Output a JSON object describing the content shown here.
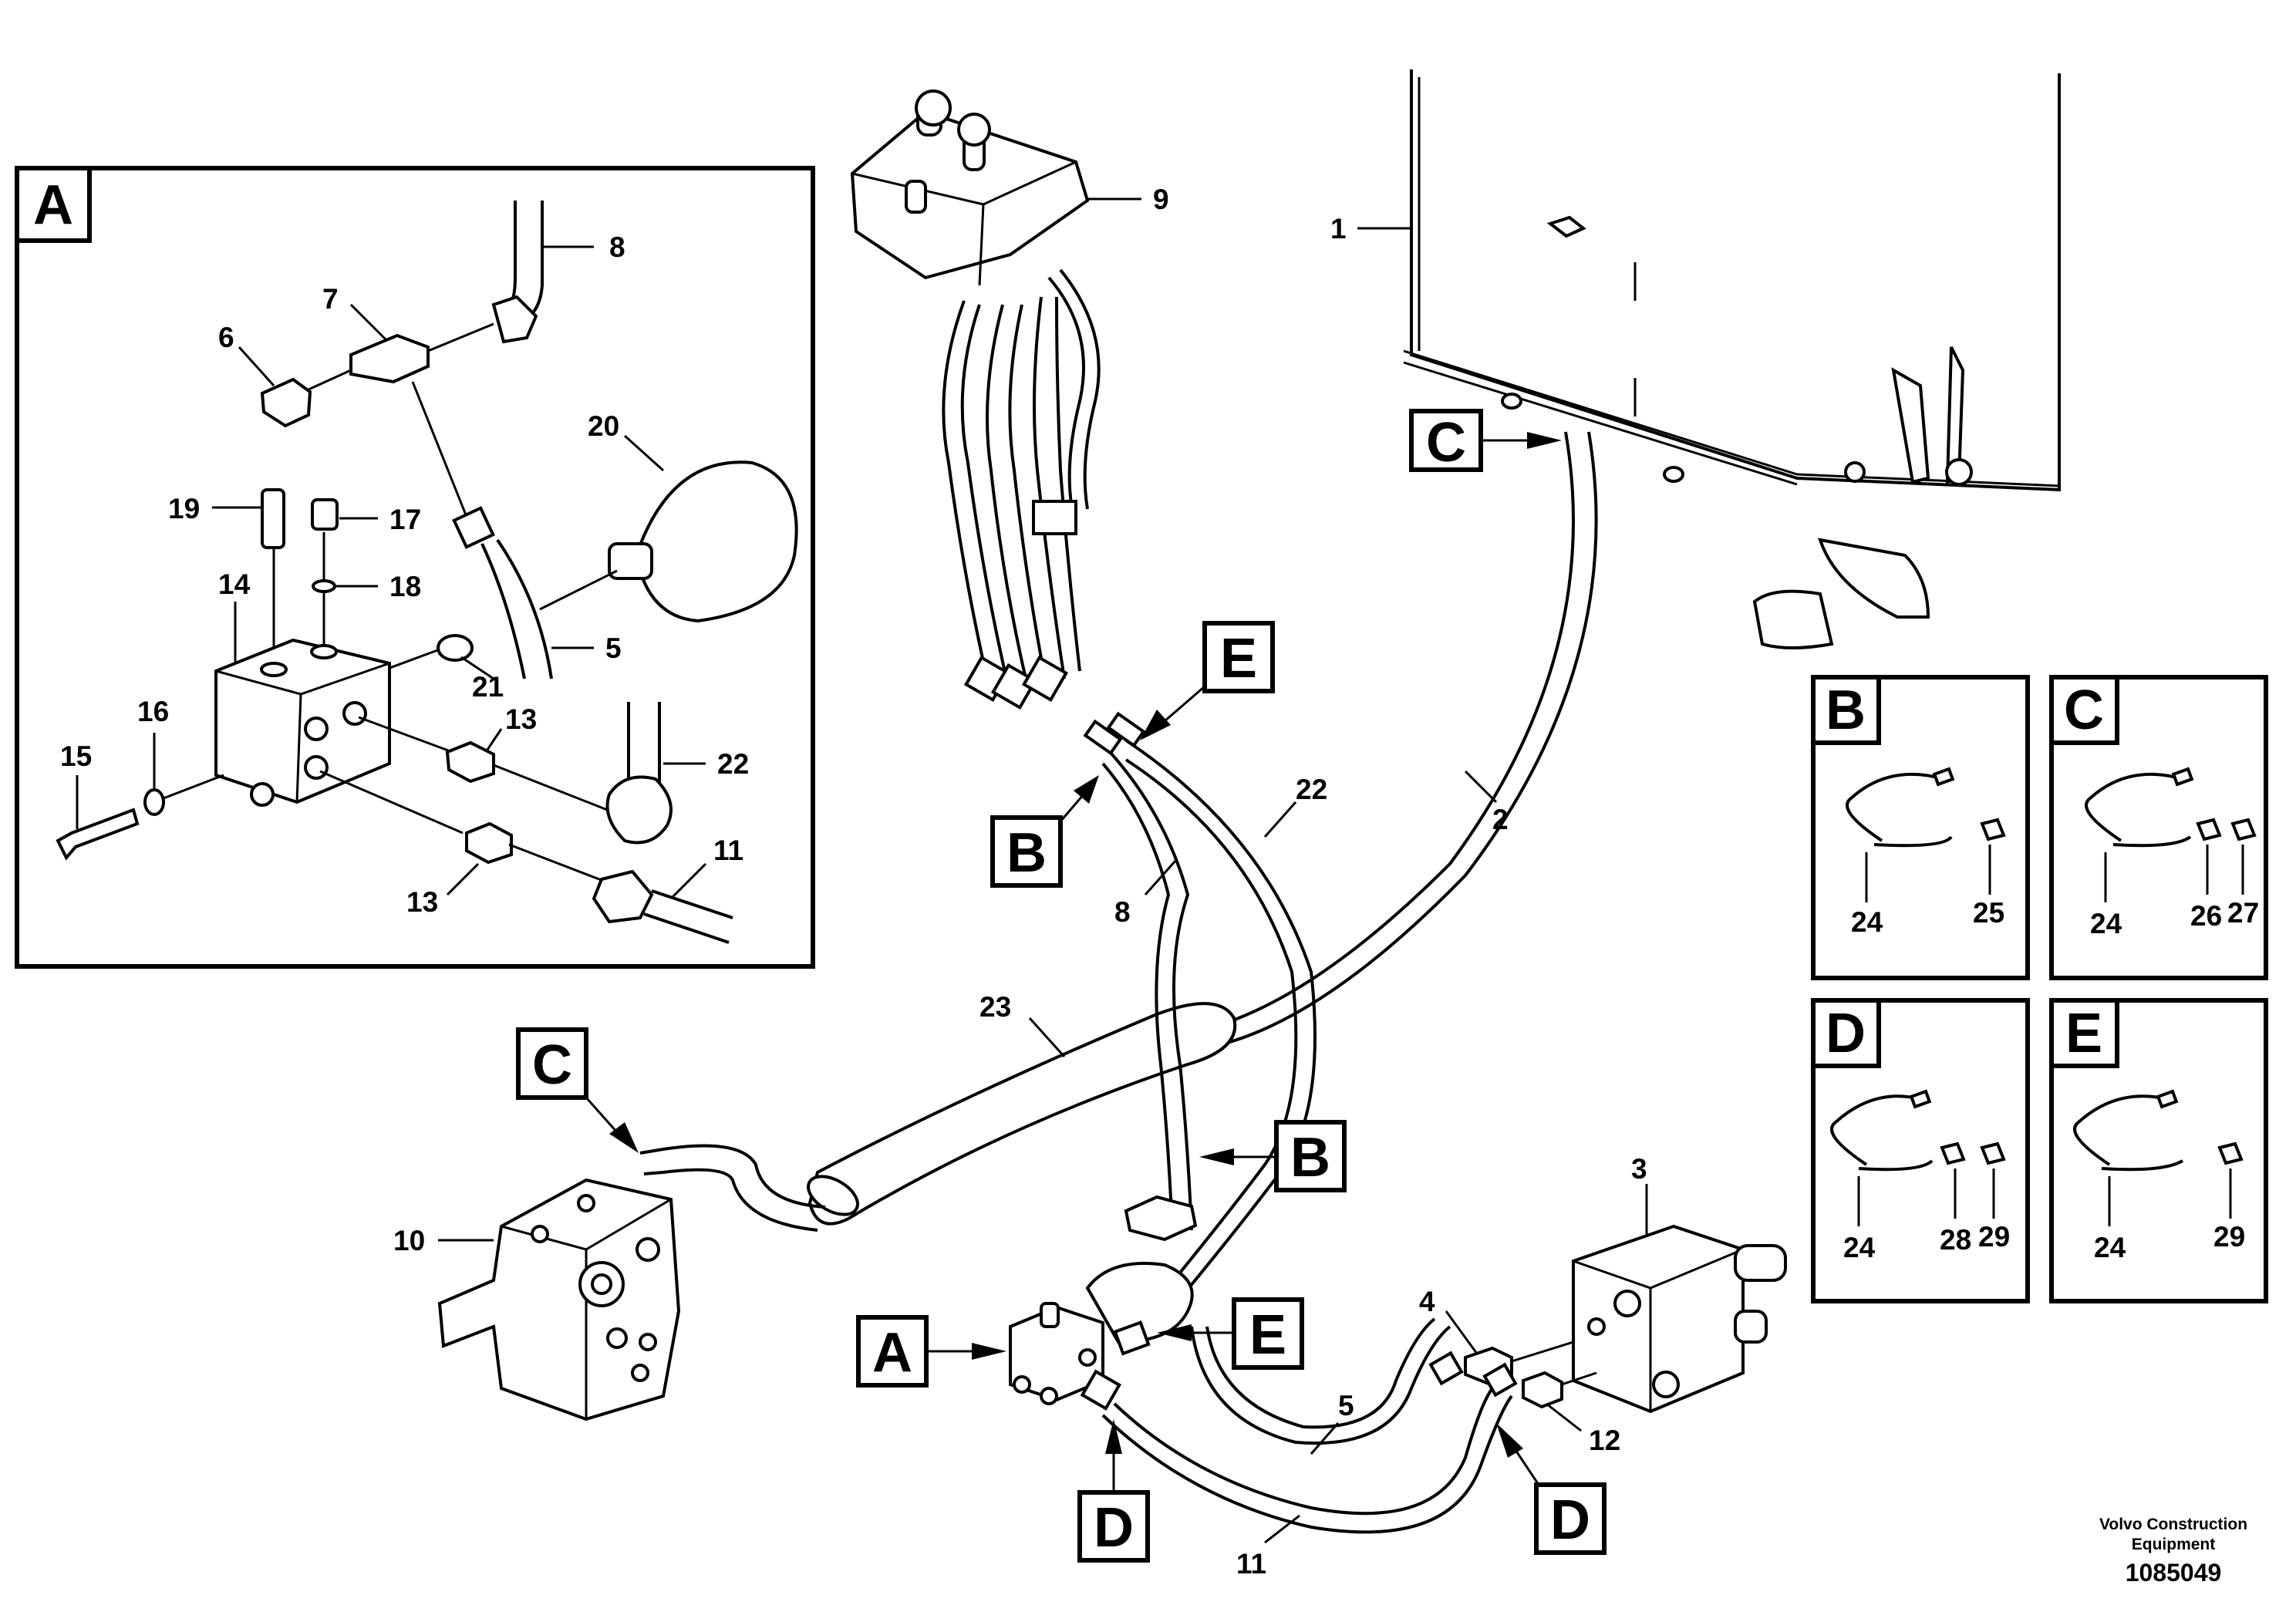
{
  "detail_a": {
    "tag": "A"
  },
  "detail_b": {
    "tag": "B",
    "part_numbers": [
      "24",
      "25"
    ]
  },
  "detail_c": {
    "tag": "C",
    "part_numbers": [
      "24",
      "26",
      "27"
    ]
  },
  "detail_d": {
    "tag": "D",
    "part_numbers": [
      "24",
      "28",
      "29"
    ]
  },
  "detail_e": {
    "tag": "E",
    "part_numbers": [
      "24",
      "29"
    ]
  },
  "detail_a_numbers": {
    "n8": "8",
    "n7": "7",
    "n6": "6",
    "n20": "20",
    "n19": "19",
    "n17": "17",
    "n14": "14",
    "n18": "18",
    "n5": "5",
    "n21": "21",
    "n16": "16",
    "n13a": "13",
    "n15": "15",
    "n22": "22",
    "n13b": "13",
    "n11": "11"
  },
  "main_numbers": {
    "n9": "9",
    "n1": "1",
    "n2": "2",
    "n22": "22",
    "n8": "8",
    "n23": "23",
    "n10": "10",
    "n3": "3",
    "n4": "4",
    "n12": "12",
    "n5": "5",
    "n11": "11"
  },
  "callouts": {
    "c_top_right": "C",
    "e_top": "E",
    "b_top": "B",
    "c_left": "C",
    "b_mid": "B",
    "a_main": "A",
    "e_main": "E",
    "d_left": "D",
    "d_right": "D"
  },
  "footer": {
    "manufacturer_line1": "Volvo Construction",
    "manufacturer_line2": "Equipment",
    "drawing_number": "1085049"
  }
}
